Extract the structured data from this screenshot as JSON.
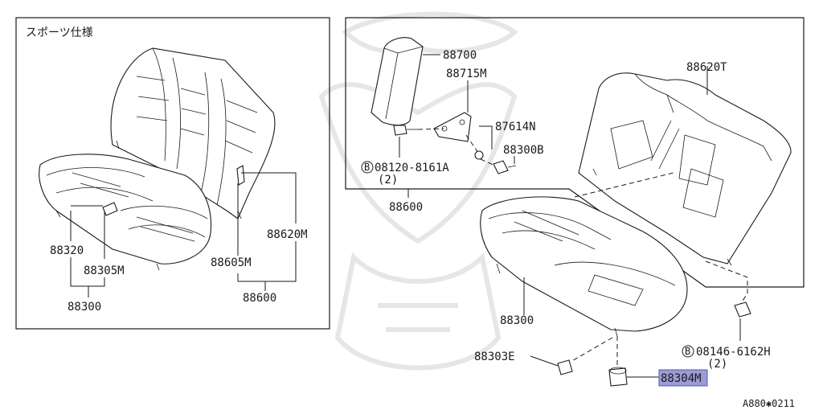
{
  "diagram": {
    "left_panel": {
      "title": "スポーツ仕様",
      "labels": {
        "p88320": "88320",
        "p88305M": "88305M",
        "p88300": "88300",
        "p88605M": "88605M",
        "p88620M": "88620M",
        "p88600": "88600"
      }
    },
    "right_panel": {
      "inset_labels": {
        "p88700": "88700",
        "p88715M": "88715M",
        "p87614N": "87614N",
        "p88300B": "88300B",
        "p08120": "08120-8161A",
        "p08120_qty": "(2)",
        "bolt_marker": "B"
      },
      "inset_caption": "88600",
      "labels": {
        "p88620T": "88620T",
        "p88300": "88300",
        "p88303E": "88303E",
        "p88304M": "88304M",
        "p08146": "08146-6162H",
        "p08146_qty": "(2)",
        "bolt_marker": "B"
      },
      "highlight_color": "#9b9bd6"
    },
    "figure_code": "A880✱0211"
  }
}
